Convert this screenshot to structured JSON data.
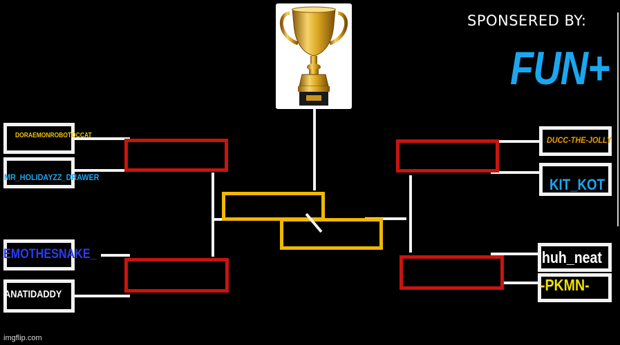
{
  "sponsor": {
    "label": "SPONSERED BY:",
    "name": "FUN+"
  },
  "bracket": {
    "left": [
      {
        "name": "DORAEMONROBOTOCCAT",
        "color": "#f0c400"
      },
      {
        "name": "MR_HOLIDAYZZ_DRAWER",
        "color": "#1aa7f0"
      },
      {
        "name": "EMOTHESNAKE_",
        "color": "#2a3df0"
      },
      {
        "name": "ANATIDADDY",
        "color": "#ffffff"
      }
    ],
    "right": [
      {
        "name": "DUCC-THE-JOLLY",
        "color": "#f0a000"
      },
      {
        "name": "KIT_KOT",
        "color": "#1aa7f0"
      },
      {
        "name": "huh_neat",
        "color": "#ffffff"
      },
      {
        "name": "-PKMN-",
        "color": "#f0e000"
      }
    ]
  },
  "colors": {
    "background": "#000000",
    "lines": "#f2f2f2",
    "semifinal_box": "#c8140f",
    "final_box": "#f0b800",
    "trophy_gold": "#d9a520"
  },
  "watermark": "imgflip.com"
}
